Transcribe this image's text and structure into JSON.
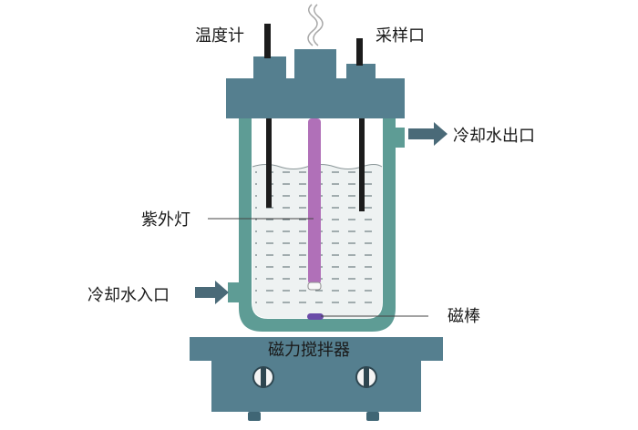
{
  "labels": {
    "thermometer": "温度计",
    "sampling_port": "采样口",
    "coolant_outlet": "冷却水出口",
    "uv_lamp": "紫外灯",
    "coolant_inlet": "冷却水入口",
    "stir_bar": "磁棒",
    "magnetic_stirrer": "磁力搅拌器"
  },
  "colors": {
    "apparatus": "#557f8f",
    "apparatus_dark": "#3f6675",
    "jacket": "#5e9c95",
    "liquid": "#eef2f2",
    "rod": "#1c1c1c",
    "lamp": "#b070b8",
    "stir_bar": "#6a4ca8",
    "arrow": "#4a6a78"
  }
}
